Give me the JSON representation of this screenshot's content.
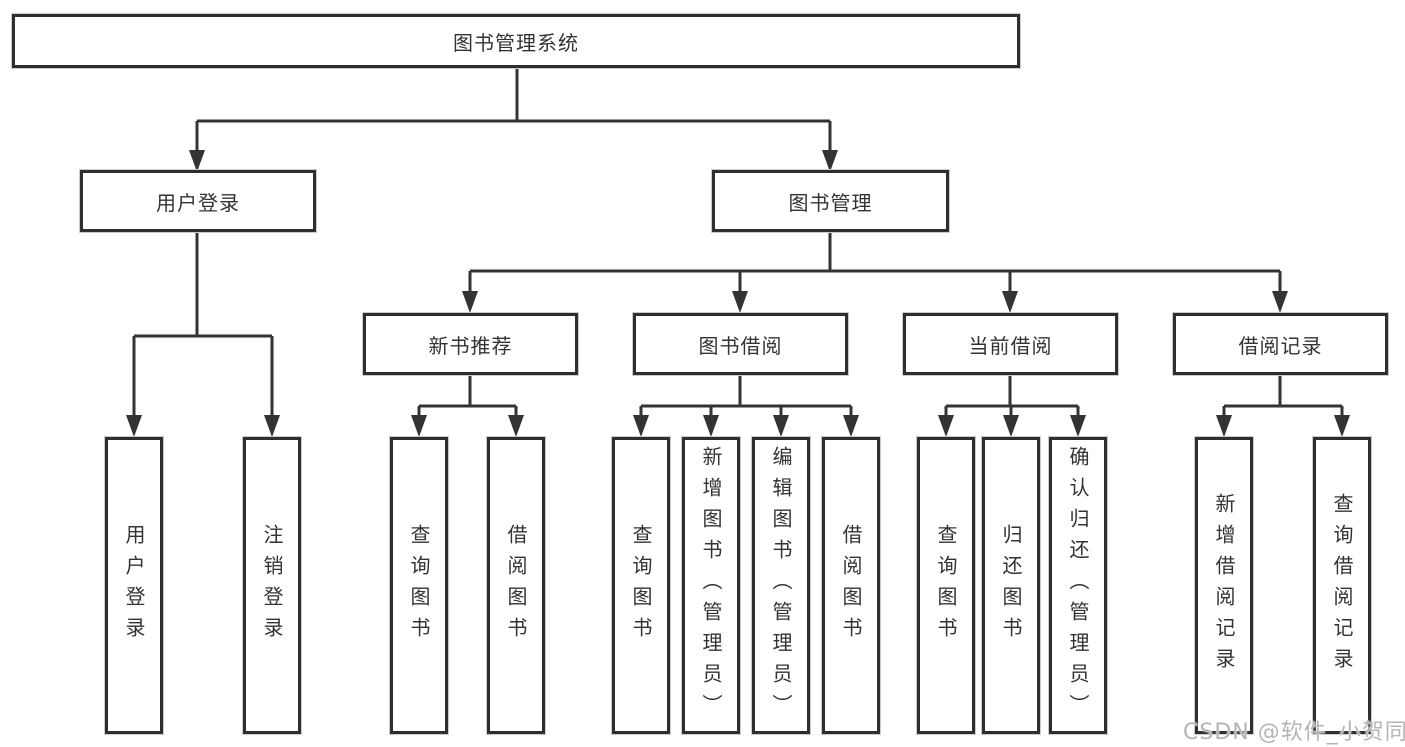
{
  "tree": {
    "label": "图书管理系统",
    "children": [
      {
        "label": "用户登录",
        "children": [
          {
            "label": "用户登录"
          },
          {
            "label": "注销登录"
          }
        ]
      },
      {
        "label": "图书管理",
        "children": [
          {
            "label": "新书推荐",
            "children": [
              {
                "label": "查询图书"
              },
              {
                "label": "借阅图书"
              }
            ]
          },
          {
            "label": "图书借阅",
            "children": [
              {
                "label": "查询图书"
              },
              {
                "label": "新增图书（管理员）"
              },
              {
                "label": "编辑图书（管理员）"
              },
              {
                "label": "借阅图书"
              }
            ]
          },
          {
            "label": "当前借阅",
            "children": [
              {
                "label": "查询图书"
              },
              {
                "label": "归还图书"
              },
              {
                "label": "确认归还（管理员）"
              }
            ]
          },
          {
            "label": "借阅记录",
            "children": [
              {
                "label": "新增借阅记录"
              },
              {
                "label": "查询借阅记录"
              }
            ]
          }
        ]
      }
    ]
  },
  "watermark": {
    "text": "CSDN @软件_小贺同学",
    "color": "#b5b5b5"
  },
  "colors": {
    "background": "#ffffff",
    "line": "#333333",
    "box_border": "#2e2e2e",
    "text": "#333333"
  }
}
